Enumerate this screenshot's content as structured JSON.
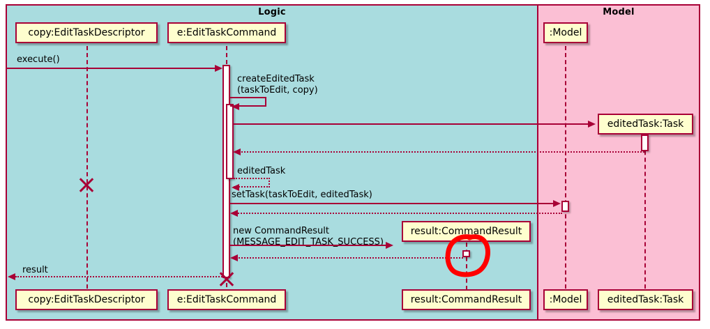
{
  "diagram": {
    "type": "uml-sequence-diagram",
    "title_hidden": true,
    "colors": {
      "logic_package_fill": "#A9DCDF",
      "model_package_fill": "#FBBFD4",
      "participant_fill": "#FEFECE",
      "line_color": "#A80036",
      "activation_fill": "#FFFFFF",
      "annotation_color": "#FF0000",
      "text_color": "#000000"
    },
    "packages": [
      {
        "id": "logic",
        "label": "Logic"
      },
      {
        "id": "model",
        "label": "Model"
      }
    ],
    "participants": [
      {
        "id": "copy",
        "label": "copy:EditTaskDescriptor",
        "package": "logic"
      },
      {
        "id": "command",
        "label": "e:EditTaskCommand",
        "package": "logic"
      },
      {
        "id": "result",
        "label": "result:CommandResult",
        "package": "logic"
      },
      {
        "id": "model",
        "label": ":Model",
        "package": "model"
      },
      {
        "id": "editedTask",
        "label": "editedTask:Task",
        "package": "model"
      }
    ],
    "messages": [
      {
        "id": "m1",
        "label": "execute()",
        "from": "frame-left",
        "to": "command",
        "style": "solid",
        "direction": "right"
      },
      {
        "id": "m2",
        "label": "createEditedTask\n(taskToEdit, copy)",
        "from": "command",
        "to": "command",
        "style": "solid",
        "direction": "self"
      },
      {
        "id": "m3",
        "label": "",
        "from": "command",
        "to": "editedTask",
        "style": "solid",
        "direction": "right"
      },
      {
        "id": "m4",
        "label": "",
        "from": "editedTask",
        "to": "command",
        "style": "dotted",
        "direction": "left"
      },
      {
        "id": "m5",
        "label": "editedTask",
        "from": "command",
        "to": "command",
        "style": "dotted",
        "direction": "self"
      },
      {
        "id": "m6",
        "label": "setTask(taskToEdit, editedTask)",
        "from": "command",
        "to": "model",
        "style": "solid",
        "direction": "right"
      },
      {
        "id": "m7",
        "label": "",
        "from": "model",
        "to": "command",
        "style": "dotted",
        "direction": "left"
      },
      {
        "id": "m8",
        "label": "new CommandResult\n(MESSAGE_EDIT_TASK_SUCCESS)",
        "from": "command",
        "to": "result",
        "style": "solid",
        "direction": "right"
      },
      {
        "id": "m9",
        "label": "",
        "from": "result",
        "to": "command",
        "style": "dotted",
        "direction": "left"
      },
      {
        "id": "m10",
        "label": "result",
        "from": "command",
        "to": "frame-left",
        "style": "dotted",
        "direction": "left"
      }
    ],
    "message_labels": {
      "execute": "execute()",
      "create_line1": "createEditedTask",
      "create_line2": "(taskToEdit, copy)",
      "edited_task_return": "editedTask",
      "set_task": "setTask(taskToEdit, editedTask)",
      "new_result_line1": "new CommandResult",
      "new_result_line2": "(MESSAGE_EDIT_TASK_SUCCESS)",
      "result_return": "result"
    },
    "destructions": [
      {
        "participant": "copy",
        "note": "x-marker on copy:EditTaskDescriptor lifeline"
      },
      {
        "participant": "command",
        "note": "x-marker on e:EditTaskCommand lifeline"
      }
    ],
    "annotations": [
      {
        "id": "red-circle",
        "kind": "hand-drawn-circle",
        "color": "#FF0000",
        "target": "result:CommandResult activation bar"
      }
    ]
  }
}
